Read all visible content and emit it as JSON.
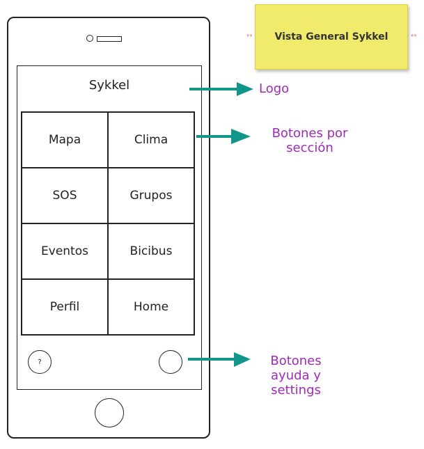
{
  "phone": {
    "title": "Sykkel",
    "sections": [
      "Mapa",
      "Clima",
      "SOS",
      "Grupos",
      "Eventos",
      "Bicibus",
      "Perfil",
      "Home"
    ],
    "help_label": "?"
  },
  "sticky_note": "Vista General Sykkel",
  "annotations": {
    "logo": "Logo",
    "sections_line1": "Botones por",
    "sections_line2": "sección",
    "bottom_line1": "Botones",
    "bottom_line2": "ayuda y",
    "bottom_line3": "settings"
  },
  "colors": {
    "arrow": "#12968a",
    "annotation": "#a02ab8",
    "sticky": "#f0eb6a"
  }
}
